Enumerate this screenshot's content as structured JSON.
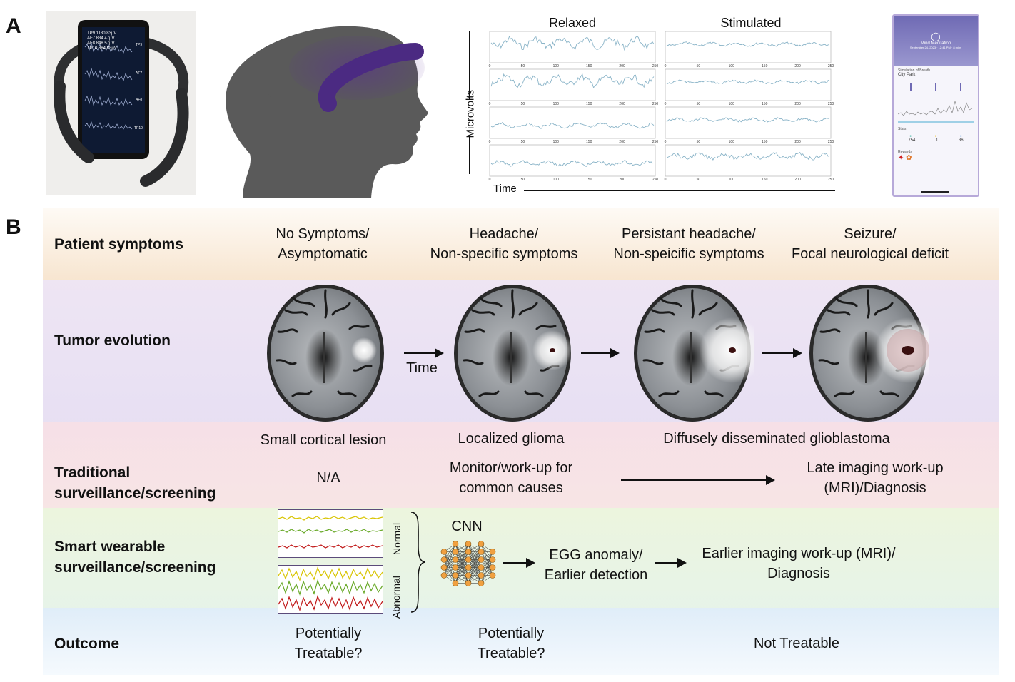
{
  "panels": {
    "a": "A",
    "b": "B"
  },
  "panel_a": {
    "phone_readout": [
      "TP9 1130.83μV",
      "AF7 834.47μV",
      "AF8 848.57μV",
      "TP10 884.83μV"
    ],
    "phone_channels": [
      "TP9",
      "AF7",
      "AF8",
      "TP10"
    ],
    "eeg_plot": {
      "columns": [
        "Relaxed",
        "Stimulated"
      ],
      "ylabel": "Microvolts",
      "xlabel": "Time",
      "xticks": [
        "0",
        "50",
        "100",
        "150",
        "200",
        "250"
      ]
    },
    "app": {
      "title": "Mind Meditation",
      "date": "September 24, 2023 · 12:41 PM · 8 mins",
      "location_caption": "Simulation of Breath",
      "location": "City Park",
      "stats_label": "Stats",
      "stats": [
        "754",
        "1",
        "36"
      ],
      "rewards_label": "Rewards"
    }
  },
  "rows": {
    "symptoms": "Patient symptoms",
    "tumor": "Tumor evolution",
    "traditional": [
      "Traditional",
      "surveillance/screening"
    ],
    "wearable": [
      "Smart wearable",
      "surveillance/screening"
    ],
    "outcome": "Outcome"
  },
  "symptoms": [
    [
      "No Symptoms/",
      "Asymptomatic"
    ],
    [
      "Headache/",
      "Non-specific symptoms"
    ],
    [
      "Persistant headache/",
      "Non-speicific symptoms"
    ],
    [
      "Seizure/",
      "Focal neurological deficit"
    ]
  ],
  "tumor": {
    "time_label": "Time",
    "stages": [
      "Small cortical lesion",
      "Localized glioma",
      "Diffusely disseminated glioblastoma"
    ]
  },
  "traditional": {
    "na": "N/A",
    "monitor": [
      "Monitor/work-up for",
      "common causes"
    ],
    "late": [
      "Late imaging work-up",
      "(MRI)/Diagnosis"
    ]
  },
  "wearable": {
    "normal": "Normal",
    "abnormal": "Abnormal",
    "cnn": "CNN",
    "anomaly": [
      "EGG anomaly/",
      "Earlier detection"
    ],
    "earlier": [
      "Earlier imaging work-up (MRI)/",
      "Diagnosis"
    ]
  },
  "outcome": {
    "first": [
      "Potentially",
      "Treatable?"
    ],
    "second": [
      "Potentially",
      "Treatable?"
    ],
    "third": "Not Treatable"
  },
  "colors": {
    "headband": "#4b2a82",
    "silhouette": "#5a5a5a",
    "eeg_trace": "#8ab4c8",
    "cnn_node": "#f0a040",
    "wave_yellow": "#d8c400",
    "wave_green": "#6aaa2a",
    "wave_red": "#c01818"
  }
}
